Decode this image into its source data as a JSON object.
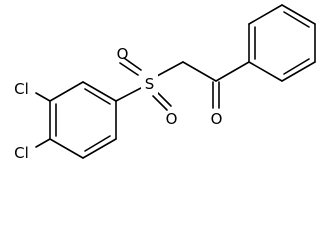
{
  "atoms": {
    "cl_upper": "Cl",
    "cl_lower": "Cl",
    "sulfur": "S",
    "sulfonyl_oxygen_top": "O",
    "sulfonyl_oxygen_bottom": "O",
    "carbonyl_oxygen": "O"
  },
  "colors": {
    "bond": "#000000",
    "label": "#000000",
    "background": "#ffffff"
  }
}
